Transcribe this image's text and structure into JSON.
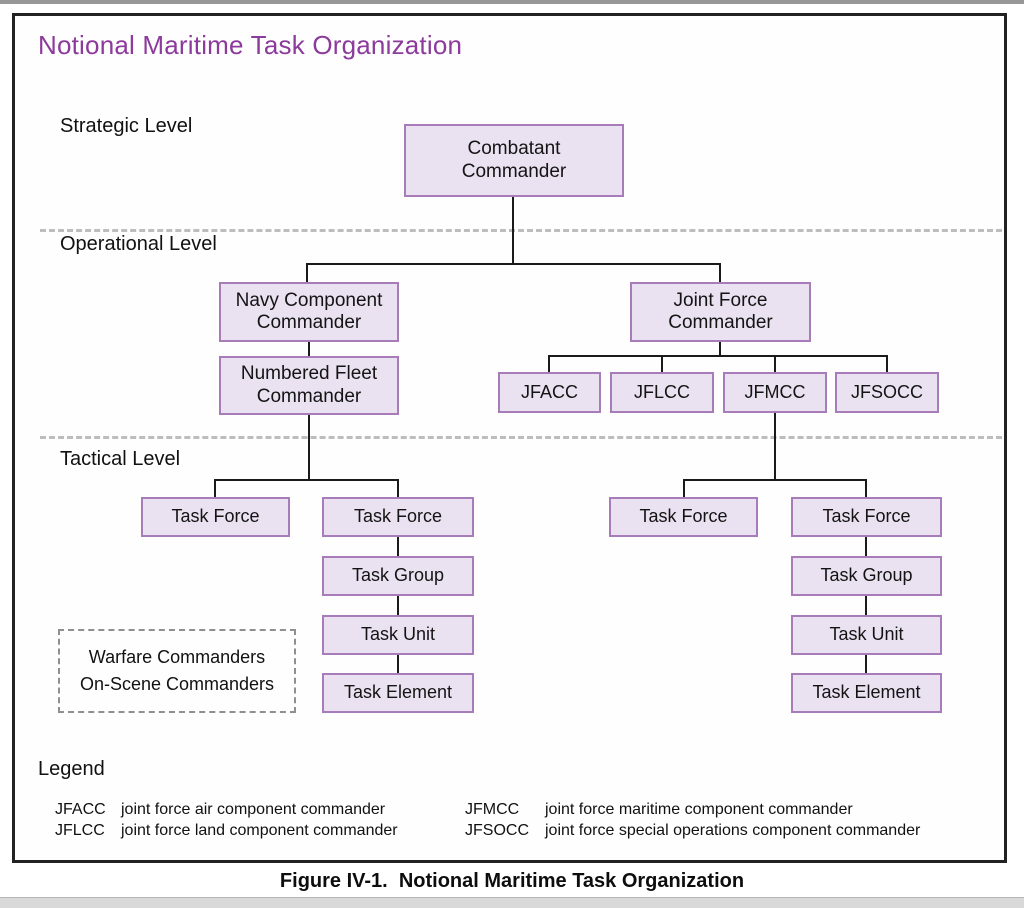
{
  "title": "Notional Maritime Task Organization",
  "caption": "Figure IV-1.  Notional Maritime Task Organization",
  "levels": {
    "strategic": "Strategic Level",
    "operational": "Operational Level",
    "tactical": "Tactical Level"
  },
  "nodes": {
    "combatant_commander": "Combatant\nCommander",
    "navy_component_commander": "Navy Component\nCommander",
    "numbered_fleet_commander": "Numbered Fleet\nCommander",
    "joint_force_commander": "Joint Force\nCommander",
    "jfacc": "JFACC",
    "jflcc": "JFLCC",
    "jfmcc": "JFMCC",
    "jfsocc": "JFSOCC",
    "task_force_navy_1": "Task Force",
    "task_force_navy_2": "Task Force",
    "task_group_navy": "Task Group",
    "task_unit_navy": "Task Unit",
    "task_element_navy": "Task Element",
    "task_force_jfmcc_1": "Task Force",
    "task_force_jfmcc_2": "Task Force",
    "task_group_jfmcc": "Task Group",
    "task_unit_jfmcc": "Task Unit",
    "task_element_jfmcc": "Task Element"
  },
  "note_box": "Warfare Commanders\nOn-Scene Commanders",
  "legend": {
    "heading": "Legend",
    "entries": [
      {
        "term": "JFACC",
        "definition": "joint force air component commander"
      },
      {
        "term": "JFLCC",
        "definition": "joint force land component commander"
      },
      {
        "term": "JFMCC",
        "definition": "joint force maritime component commander"
      },
      {
        "term": "JFSOCC",
        "definition": "joint force special operations component commander"
      }
    ]
  },
  "colors": {
    "title_purple": "#8c3a9b",
    "box_fill": "#eae1f1",
    "box_border": "#a87cb8",
    "connector": "#1a1a1a",
    "separator_dash": "#bdbdbd"
  }
}
